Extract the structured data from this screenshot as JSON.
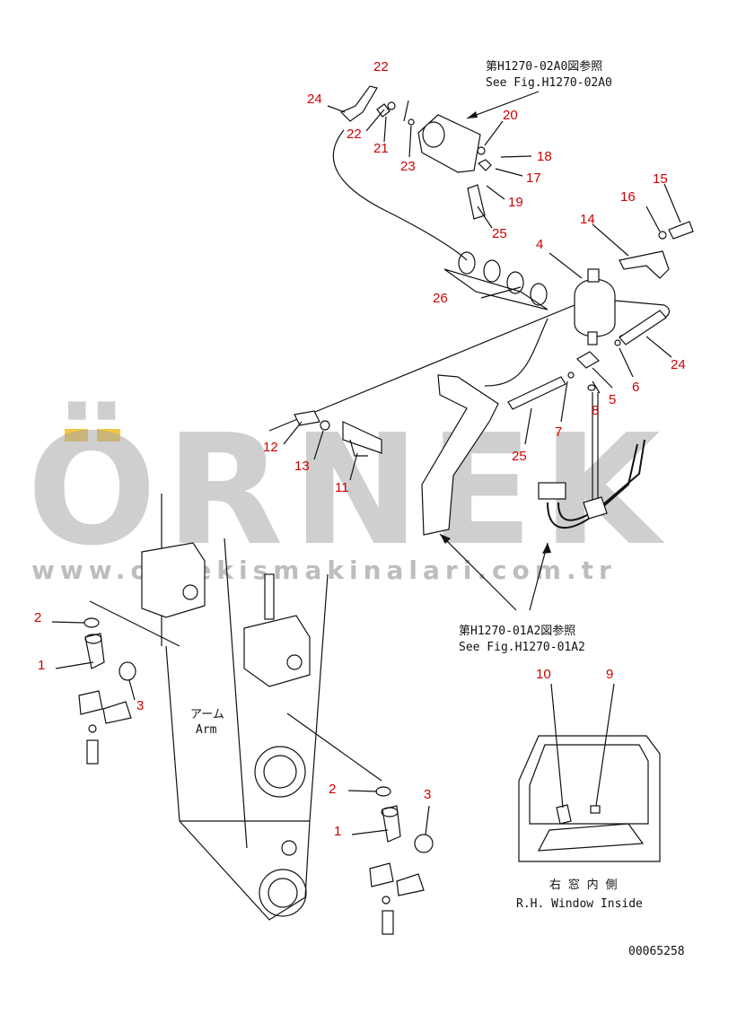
{
  "watermark": {
    "brand": "ÖRNEK",
    "url": "www.orneki̇smaki̇nalari.com.tr",
    "accent_color": "#f2c640"
  },
  "notes": {
    "ref_top_jp": "第H1270-02A0図参照",
    "ref_top_en": "See Fig.H1270-02A0",
    "ref_mid_jp": "第H1270-01A2図参照",
    "ref_mid_en": "See Fig.H1270-01A2",
    "arm_jp": "アーム",
    "arm_en": "Arm",
    "window_jp": "右 窓 内 側",
    "window_en": "R.H. Window Inside",
    "drawing_number": "00065258"
  },
  "callouts": {
    "c1a": "1",
    "c1b": "1",
    "c2a": "2",
    "c2b": "2",
    "c3a": "3",
    "c3b": "3",
    "c4": "4",
    "c5": "5",
    "c6": "6",
    "c7": "7",
    "c8": "8",
    "c9": "9",
    "c10": "10",
    "c11": "11",
    "c12": "12",
    "c13": "13",
    "c14": "14",
    "c15": "15",
    "c16": "16",
    "c17": "17",
    "c18": "18",
    "c19": "19",
    "c20": "20",
    "c21": "21",
    "c22a": "22",
    "c22b": "22",
    "c23": "23",
    "c24a": "24",
    "c24b": "24",
    "c25a": "25",
    "c25b": "25",
    "c26": "26"
  },
  "colors": {
    "callout": "#d00000",
    "line": "#111111",
    "watermark": "#a8a8a8"
  }
}
